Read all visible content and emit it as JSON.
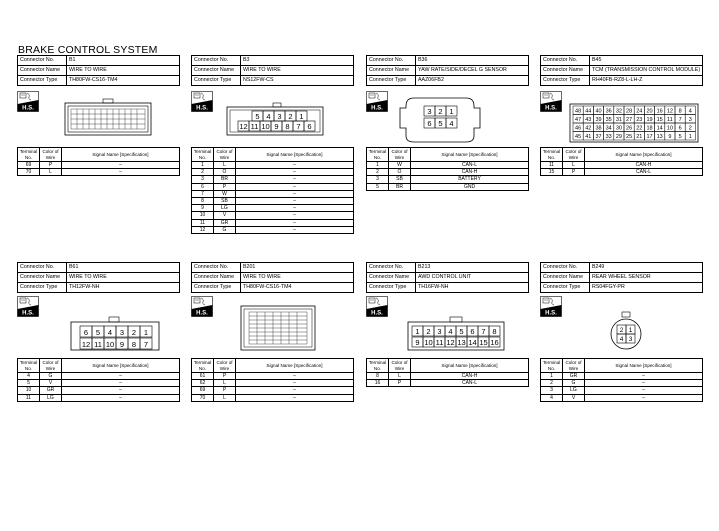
{
  "page_title": "BRAKE CONTROL SYSTEM",
  "labels": {
    "connector_no": "Connector No.",
    "connector_name": "Connector Name",
    "connector_type": "Connector Type",
    "hs": "H.S.",
    "terminal_no": "Terminal No.",
    "color_of_wire": "Color of Wire",
    "signal_name": "Signal Name [Specification]"
  },
  "connectors": [
    {
      "no": "B1",
      "name": "WIRE TO WIRE",
      "type": "TH80FW-CS16-TM4",
      "rows": [
        [
          "69",
          "P",
          "–"
        ],
        [
          "70",
          "L",
          "–"
        ]
      ]
    },
    {
      "no": "B3",
      "name": "WIRE TO WIRE",
      "type": "NS12FW-CS",
      "pins": {
        "top": [
          "5",
          "4",
          "3",
          "2",
          "1"
        ],
        "bottom": [
          "12",
          "11",
          "10",
          "9",
          "8",
          "7",
          "6"
        ]
      },
      "rows": [
        [
          "1",
          "L",
          "–"
        ],
        [
          "2",
          "O",
          "–"
        ],
        [
          "3",
          "BR",
          "–"
        ],
        [
          "6",
          "P",
          "–"
        ],
        [
          "7",
          "W",
          "–"
        ],
        [
          "8",
          "SB",
          "–"
        ],
        [
          "9",
          "LG",
          "–"
        ],
        [
          "10",
          "V",
          "–"
        ],
        [
          "11",
          "GR",
          "–"
        ],
        [
          "12",
          "G",
          "–"
        ]
      ]
    },
    {
      "no": "B36",
      "name": "YAW RATE/SIDE/DECEL G SENSOR",
      "type": "AAZ06FB2",
      "pins": {
        "top": [
          "3",
          "2",
          "1"
        ],
        "bottom": [
          "6",
          "5",
          "4"
        ]
      },
      "rows": [
        [
          "1",
          "W",
          "CAN-L"
        ],
        [
          "2",
          "O",
          "CAN-H"
        ],
        [
          "3",
          "SB",
          "BATTERY"
        ],
        [
          "5",
          "BR",
          "GND"
        ]
      ]
    },
    {
      "no": "B45",
      "name": "TCM (TRANSMISSION CONTROL MODULE)",
      "type": "RH40FB-RZ8-L-LH-Z",
      "pins": {
        "r1": [
          "48",
          "44",
          "40",
          "36",
          "32",
          "28",
          "24",
          "20",
          "16",
          "12",
          "8",
          "4"
        ],
        "r2": [
          "47",
          "43",
          "39",
          "35",
          "31",
          "27",
          "23",
          "19",
          "15",
          "11",
          "7",
          "3"
        ],
        "r3": [
          "46",
          "42",
          "38",
          "34",
          "30",
          "26",
          "22",
          "18",
          "14",
          "10",
          "6",
          "2"
        ],
        "r4": [
          "45",
          "41",
          "37",
          "33",
          "29",
          "25",
          "21",
          "17",
          "13",
          "9",
          "5",
          "1"
        ]
      },
      "rows": [
        [
          "11",
          "L",
          "CAN-H"
        ],
        [
          "15",
          "P",
          "CAN-L"
        ]
      ]
    },
    {
      "no": "B61",
      "name": "WIRE TO WIRE",
      "type": "TH12FW-NH",
      "pins": {
        "top": [
          "6",
          "5",
          "4",
          "3",
          "2",
          "1"
        ],
        "bottom": [
          "12",
          "11",
          "10",
          "9",
          "8",
          "7"
        ]
      },
      "rows": [
        [
          "4",
          "G",
          "–"
        ],
        [
          "5",
          "V",
          "–"
        ],
        [
          "10",
          "GR",
          "–"
        ],
        [
          "11",
          "LG",
          "–"
        ]
      ]
    },
    {
      "no": "B201",
      "name": "WIRE TO WIRE",
      "type": "TH80FW-CS16-TM4",
      "rows": [
        [
          "61",
          "P",
          "–"
        ],
        [
          "62",
          "L",
          "–"
        ],
        [
          "69",
          "P",
          "–"
        ],
        [
          "70",
          "L",
          "–"
        ]
      ]
    },
    {
      "no": "B213",
      "name": "AWD CONTROL UNIT",
      "type": "TH16FW-NH",
      "pins": {
        "top": [
          "1",
          "2",
          "3",
          "4",
          "5",
          "6",
          "7",
          "8"
        ],
        "bottom": [
          "9",
          "10",
          "11",
          "12",
          "13",
          "14",
          "15",
          "16"
        ]
      },
      "rows": [
        [
          "8",
          "L",
          "CAN-H"
        ],
        [
          "16",
          "P",
          "CAN-L"
        ]
      ]
    },
    {
      "no": "B249",
      "name": "REAR WHEEL SENSOR",
      "type": "RS04FGY-PR",
      "pins": {
        "top": [
          "2",
          "1"
        ],
        "bottom": [
          "4",
          "3"
        ]
      },
      "rows": [
        [
          "1",
          "GR",
          "–"
        ],
        [
          "2",
          "G",
          "–"
        ],
        [
          "3",
          "LG",
          "–"
        ],
        [
          "4",
          "V",
          "–"
        ]
      ]
    }
  ]
}
